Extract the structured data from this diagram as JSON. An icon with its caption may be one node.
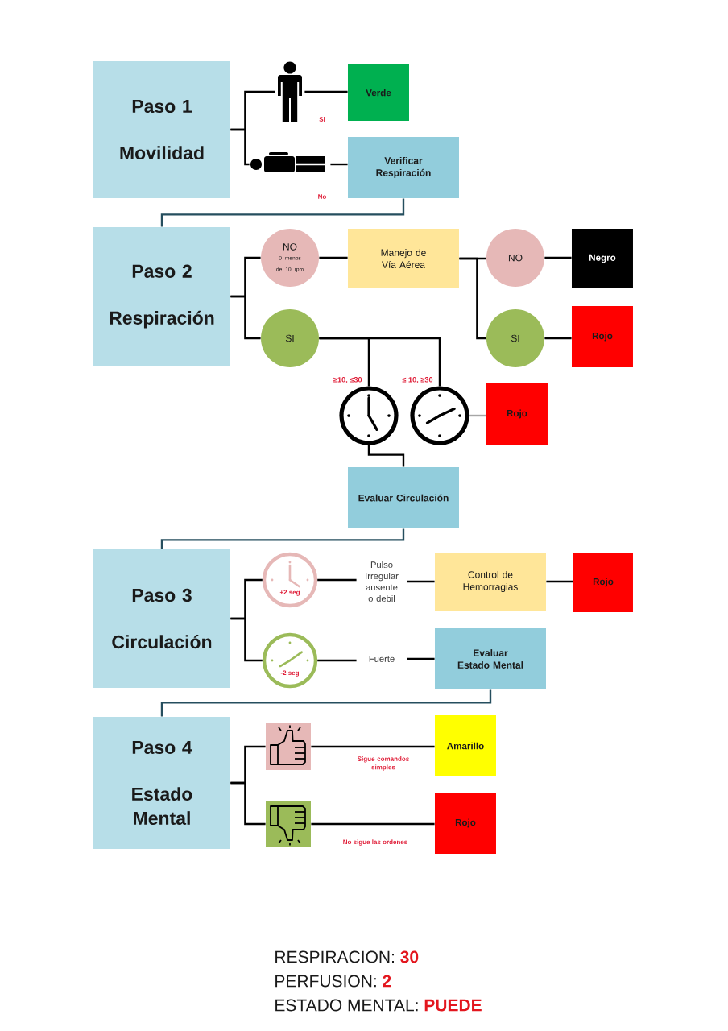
{
  "diagram": {
    "nodes": [
      {
        "text": [
          "Paso 1",
          "Movilidad"
        ]
      },
      {
        "text": [],
        "shape": "person"
      },
      {
        "text": [
          "Verde"
        ]
      },
      {
        "text": [],
        "shape": "person"
      },
      {
        "text": [
          "Verificar Respiración"
        ]
      },
      {
        "text": [
          "Paso 2",
          "Respiración"
        ]
      },
      {
        "text": [
          "NO",
          "0 menos de 10 rpm"
        ]
      },
      {
        "text": [
          "SI"
        ]
      },
      {
        "text": [
          "Manejo de Vía Aérea"
        ]
      },
      {
        "text": [
          "NO"
        ]
      },
      {
        "text": [
          "Negro"
        ]
      },
      {
        "text": [
          "SI"
        ]
      },
      {
        "text": [
          "Rojo"
        ]
      },
      {
        "text": [],
        "shape": "picture"
      },
      {
        "text": [],
        "shape": "picture"
      },
      {
        "text": [
          "Rojo"
        ]
      },
      {
        "text": [
          "Evaluar Circulación"
        ]
      },
      {
        "text": [
          "Paso 3",
          "Circulación"
        ]
      },
      {
        "text": [
          "+2 seg"
        ]
      },
      {
        "text": [
          "-2 seg"
        ]
      },
      {
        "text": [
          "Pulso Irregular ausente o debil"
        ]
      },
      {
        "text": [
          "Control de Hemorragias"
        ]
      },
      {
        "text": [
          "Rojo"
        ]
      },
      {
        "text": [
          "Fuerte"
        ]
      },
      {
        "text": [
          "Evaluar Estado Mental"
        ]
      },
      {
        "text": [
          "Paso 4",
          "Estado Mental"
        ]
      },
      {
        "text": [],
        "shape": "picture"
      },
      {
        "text": [
          "Amarillo"
        ]
      },
      {
        "text": [],
        "shape": "picture"
      },
      {
        "text": [
          "Rojo"
        ]
      }
    ],
    "edges": [
      {
        "from": 0,
        "to": 1,
        "arrow": "none"
      },
      {
        "from": 0,
        "to": 3,
        "arrow": "none"
      },
      {
        "from": 1,
        "to": 2,
        "arrow": "none",
        "label": "Si"
      },
      {
        "from": 3,
        "to": 4,
        "arrow": "none",
        "label": "No"
      },
      {
        "from": 4,
        "to": 5,
        "arrow": "none",
        "color": "#254e5e"
      },
      {
        "from": 5,
        "to": 6,
        "arrow": "none"
      },
      {
        "from": 5,
        "to": 7,
        "arrow": "none"
      },
      {
        "from": 6,
        "to": 8,
        "arrow": "none"
      },
      {
        "from": 8,
        "to": 9,
        "arrow": "none"
      },
      {
        "from": 8,
        "to": 11,
        "arrow": "none"
      },
      {
        "from": 9,
        "to": 10,
        "arrow": "none"
      },
      {
        "from": 11,
        "to": 12,
        "arrow": "none"
      },
      {
        "from": 7,
        "to": 13,
        "arrow": "none",
        "label": "≥10, ≤30"
      },
      {
        "from": 7,
        "to": 14,
        "arrow": "none",
        "label": "≤ 10, ≥30"
      },
      {
        "from": 14,
        "to": 15,
        "arrow": "none",
        "color": "#a6a6a6"
      },
      {
        "from": 13,
        "to": 16,
        "arrow": "none"
      },
      {
        "from": 16,
        "to": 17,
        "arrow": "none",
        "color": "#254e5e"
      },
      {
        "from": 17,
        "to": 18,
        "arrow": "none"
      },
      {
        "from": 17,
        "to": 19,
        "arrow": "none"
      },
      {
        "from": 18,
        "to": 20,
        "arrow": "none"
      },
      {
        "from": 20,
        "to": 21,
        "arrow": "none"
      },
      {
        "from": 21,
        "to": 22,
        "arrow": "none"
      },
      {
        "from": 19,
        "to": 23,
        "arrow": "none"
      },
      {
        "from": 23,
        "to": 24,
        "arrow": "none"
      },
      {
        "from": 24,
        "to": 25,
        "arrow": "none",
        "color": "#254e5e"
      },
      {
        "from": 25,
        "to": 26,
        "arrow": "none"
      },
      {
        "from": 25,
        "to": 28,
        "arrow": "none"
      },
      {
        "from": 26,
        "to": 27,
        "arrow": "none",
        "label": "Sigue comandos simples"
      },
      {
        "from": 28,
        "to": 29,
        "arrow": "none",
        "label": "No sigue las ordenes"
      }
    ],
    "labels": [
      "RESPIRACION: **30**",
      "PERFUSION: **2**",
      "ESTADO MENTAL: **PUEDE**"
    ]
  }
}
